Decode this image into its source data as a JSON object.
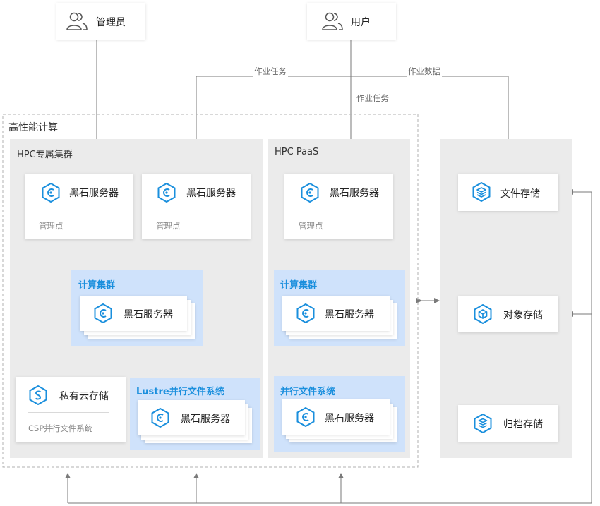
{
  "actors": {
    "admin": "管理员",
    "user": "用户"
  },
  "edges": {
    "job_task_1": "作业任务",
    "job_data": "作业数据",
    "job_task_2": "作业任务"
  },
  "hpc": {
    "title": "高性能计算",
    "dedicated": {
      "title": "HPC专属集群",
      "mgmt1": {
        "title": "黑石服务器",
        "sub": "管理点"
      },
      "mgmt2": {
        "title": "黑石服务器",
        "sub": "管理点"
      },
      "compute": {
        "label": "计算集群",
        "server": "黑石服务器"
      },
      "private_storage": {
        "title": "私有云存储",
        "sub": "CSP并行文件系统"
      },
      "lustre": {
        "label": "Lustre并行文件系统",
        "server": "黑石服务器"
      }
    },
    "paas": {
      "title": "HPC PaaS",
      "mgmt": {
        "title": "黑石服务器",
        "sub": "管理点"
      },
      "compute": {
        "label": "计算集群",
        "server": "黑石服务器"
      },
      "pfs": {
        "label": "并行文件系统",
        "server": "黑石服务器"
      }
    }
  },
  "storage": {
    "file": "文件存储",
    "object": "对象存储",
    "archive": "归档存储"
  },
  "colors": {
    "accent": "#1a8fdd",
    "panel": "#ebebeb",
    "blue_panel": "#cfe2fb",
    "line": "#7a7a7a"
  }
}
